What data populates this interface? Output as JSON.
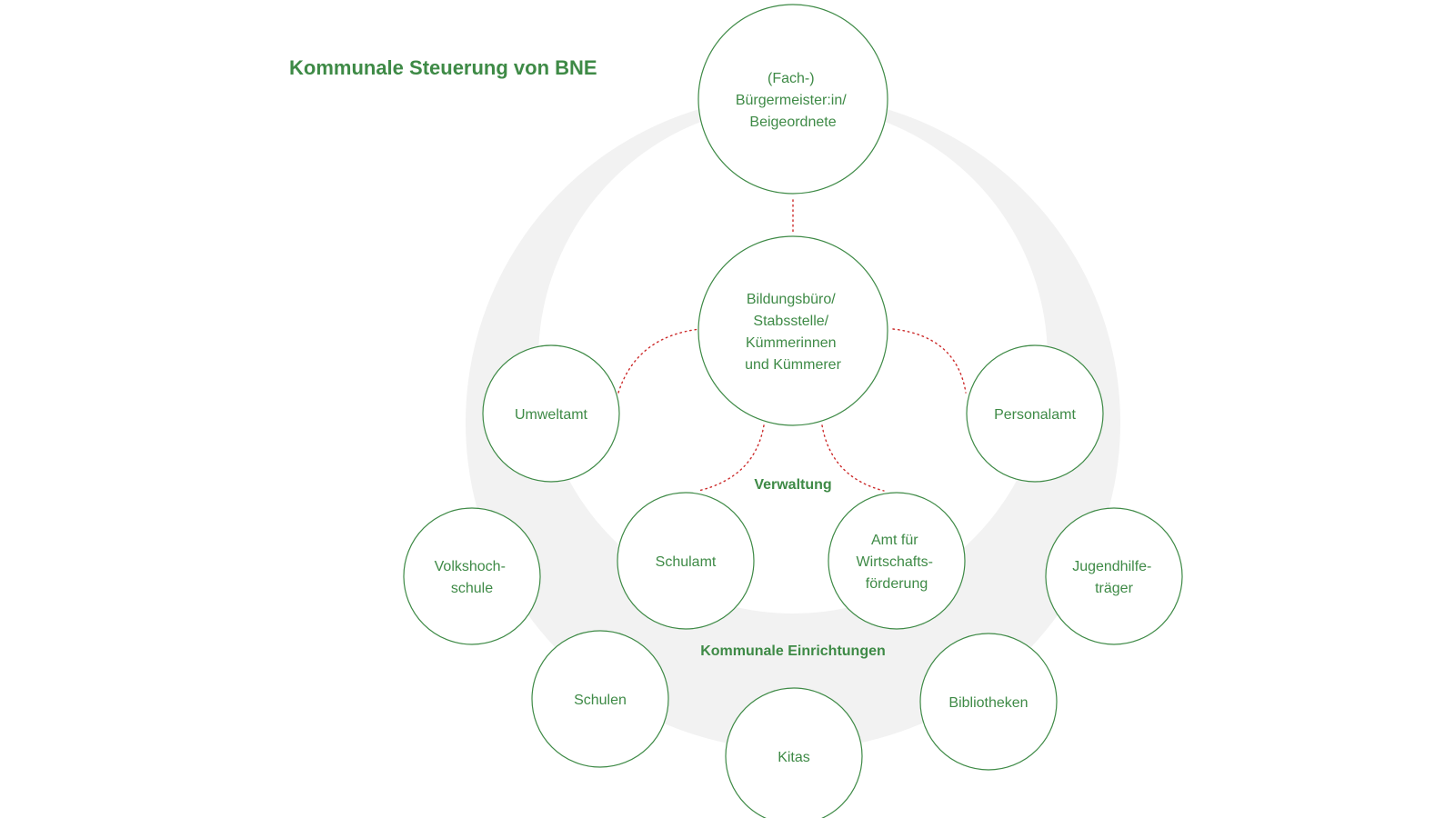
{
  "title": "Kommunale Steuerung von BNE",
  "colors": {
    "accent_green": "#3e8a46",
    "connector_red": "#cc2b2b",
    "ring_grey": "#f2f2f2",
    "background": "#ffffff"
  },
  "regions": {
    "verwaltung": "Verwaltung",
    "einrichtungen": "Kommunale Einrichtungen"
  },
  "nodes": {
    "buergermeister": [
      "(Fach-)",
      "Bürgermeister:in/",
      "Beigeordnete"
    ],
    "bildungsbuero": [
      "Bildungsbüro/",
      "Stabsstelle/",
      "Kümmerinnen",
      "und Kümmerer"
    ],
    "umweltamt": [
      "Umweltamt"
    ],
    "personalamt": [
      "Personalamt"
    ],
    "schulamt": [
      "Schulamt"
    ],
    "wirtschaft": [
      "Amt für",
      "Wirtschafts-",
      "förderung"
    ],
    "volkshochschule": [
      "Volkshoch-",
      "schule"
    ],
    "jugendhilfe": [
      "Jugendhilfe-",
      "träger"
    ],
    "schulen": [
      "Schulen"
    ],
    "bibliotheken": [
      "Bibliotheken"
    ],
    "kitas": [
      "Kitas"
    ]
  }
}
